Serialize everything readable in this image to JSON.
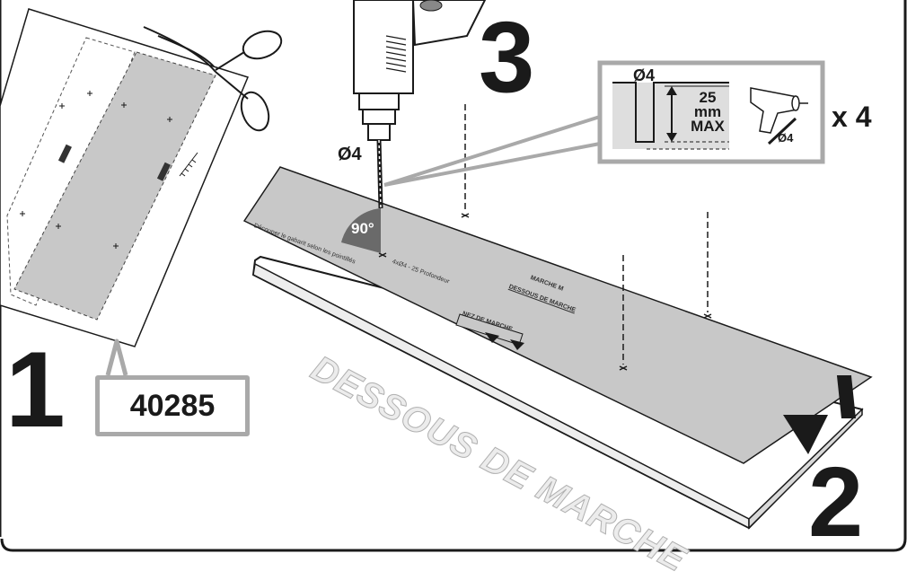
{
  "steps": {
    "one": "1",
    "two": "2",
    "three": "3"
  },
  "reference": "40285",
  "drill": {
    "diameter": "Ø4",
    "angle": "90°"
  },
  "detail": {
    "hole_diameter": "Ø4",
    "depth_value": "25",
    "depth_unit": "mm",
    "depth_limit": "MAX",
    "bit_diameter": "Ø4"
  },
  "quantity": "x 4",
  "board_label": "DESSOUS DE MARCHE",
  "template": {
    "cut_note": "Découper le gabarit selon les pointillés",
    "title": "MARCHE M",
    "subtitle": "DESSOUS DE MARCHE",
    "nose_label": "NEZ DE MARCHE",
    "hole_note": "4xØ4 - 25 Profondeur"
  },
  "colors": {
    "ink": "#1a1a1a",
    "sheet_gray": "#c8c8c8",
    "callout_gray": "#a9a9a9"
  }
}
